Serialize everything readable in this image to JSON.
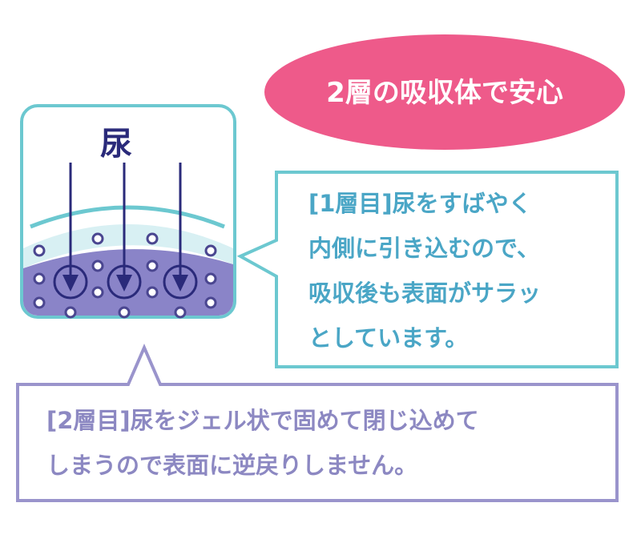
{
  "badge": {
    "text": "2層の吸収体で安心",
    "color": "#ee5a8a"
  },
  "diagram": {
    "label": "尿",
    "arrow_color": "#2a2a7a",
    "layer_color": "#8a84c8"
  },
  "callout_layer1": {
    "lines": [
      "[1層目]尿をすばやく",
      "内側に引き込むので、",
      "吸収後も表面がサラッ",
      "としています。"
    ],
    "border_color": "#6cc8d0"
  },
  "callout_layer2": {
    "lines": [
      "[2層目]尿をジェル状で固めて閉じ込めて",
      "しまうので表面に逆戻りしません。"
    ],
    "border_color": "#9a94cc"
  }
}
